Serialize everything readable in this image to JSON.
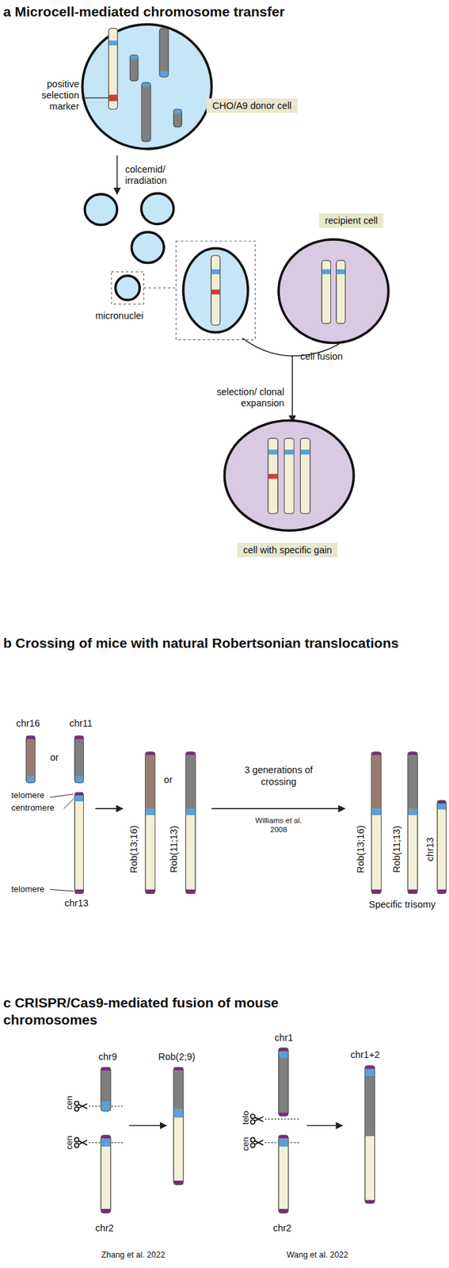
{
  "diagram": {
    "nodes": [
      {
        "text": [
          "CHO/A9 donor cell"
        ]
      },
      {
        "text": [
          "recipient cell"
        ]
      },
      {
        "text": [
          "cell with specific gain"
        ]
      }
    ],
    "labels": [
      "a Microcell-mediated chromosome transfer",
      "positive selection marker",
      "colcemid/ irradiation",
      "micronuclei",
      "cell fusion",
      "selection/ clonal expansion",
      "b Crossing of mice with natural Robertsonian translocations",
      "chr16",
      "or",
      "chr11",
      "telomere",
      "centromere",
      "telomere",
      "chr13",
      "Rob(13;16)",
      "or",
      "Rob(11;13)",
      "3 generations of crossing",
      "Williams et al. 2008",
      "Rob(13;16)",
      "Rob(11;13)",
      "chr13",
      "Specific trisomy",
      "c CRISPR/Cas9-mediated fusion of mouse chromosomes",
      "cen",
      "chr9",
      "Rob(2;9)",
      "cen",
      "chr2",
      "chr1",
      "chr1+2",
      "telo",
      "cen",
      "chr2",
      "Zhang et al. 2022",
      "Wang et al. 2022"
    ]
  }
}
